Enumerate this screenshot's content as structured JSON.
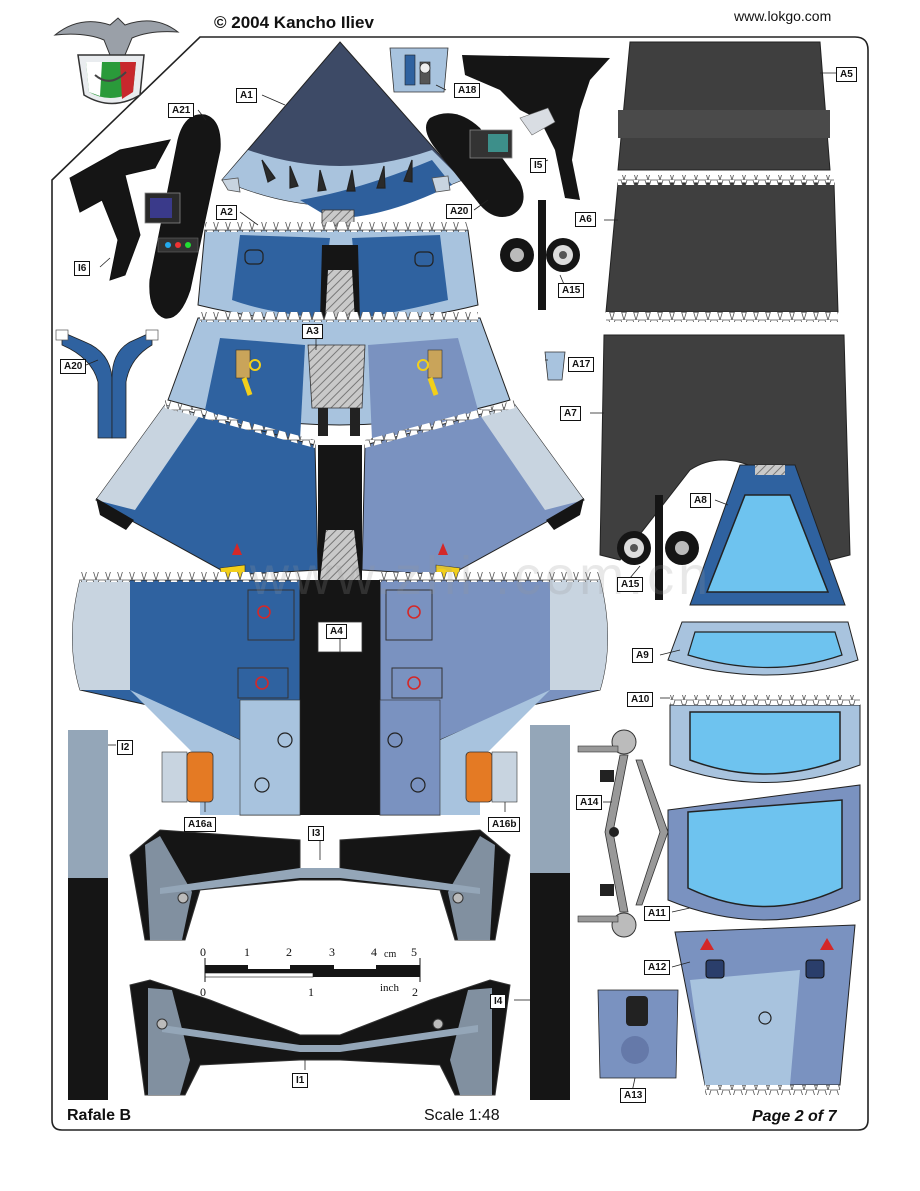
{
  "header": {
    "copyright": "© 2004 Kancho Iliev",
    "website": "www.lokgo.com"
  },
  "footer": {
    "model_name": "Rafale B",
    "scale": "Scale 1:48",
    "page": "Page 2 of 7"
  },
  "watermark": "www.zhi .com.cn",
  "ruler": {
    "cm_label": "cm",
    "inch_label": "inch",
    "cm_ticks": [
      "0",
      "1",
      "2",
      "3",
      "4",
      "5"
    ],
    "inch_ticks": [
      "0",
      "1",
      "2"
    ]
  },
  "part_labels": {
    "A1": "A1",
    "A2": "A2",
    "A3": "A3",
    "A4": "A4",
    "A5": "A5",
    "A6": "A6",
    "A7": "A7",
    "A8": "A8",
    "A9": "A9",
    "A10": "A10",
    "A11": "A11",
    "A12": "A12",
    "A13": "A13",
    "A14": "A14",
    "A15a": "A15",
    "A15b": "A15",
    "A16a": "A16a",
    "A16b": "A16b",
    "A17": "A17",
    "A18": "A18",
    "A20a": "A20",
    "A20b": "A20",
    "A21": "A21",
    "I1": "I1",
    "I2": "I2",
    "I3": "I3",
    "I4": "I4",
    "I5": "I5",
    "I6": "I6"
  },
  "colors": {
    "dark_navy": "#3a4a6b",
    "medium_blue": "#2f62a0",
    "light_blue": "#a8c3de",
    "slate_blue": "#7a92c0",
    "canopy_blue": "#6ec3ef",
    "dark_grey": "#3f3f3f",
    "black": "#151515",
    "pale_grey": "#c8d4e0",
    "accent_yellow": "#f2cf1a",
    "accent_orange": "#e47a24",
    "accent_red": "#d42828"
  }
}
